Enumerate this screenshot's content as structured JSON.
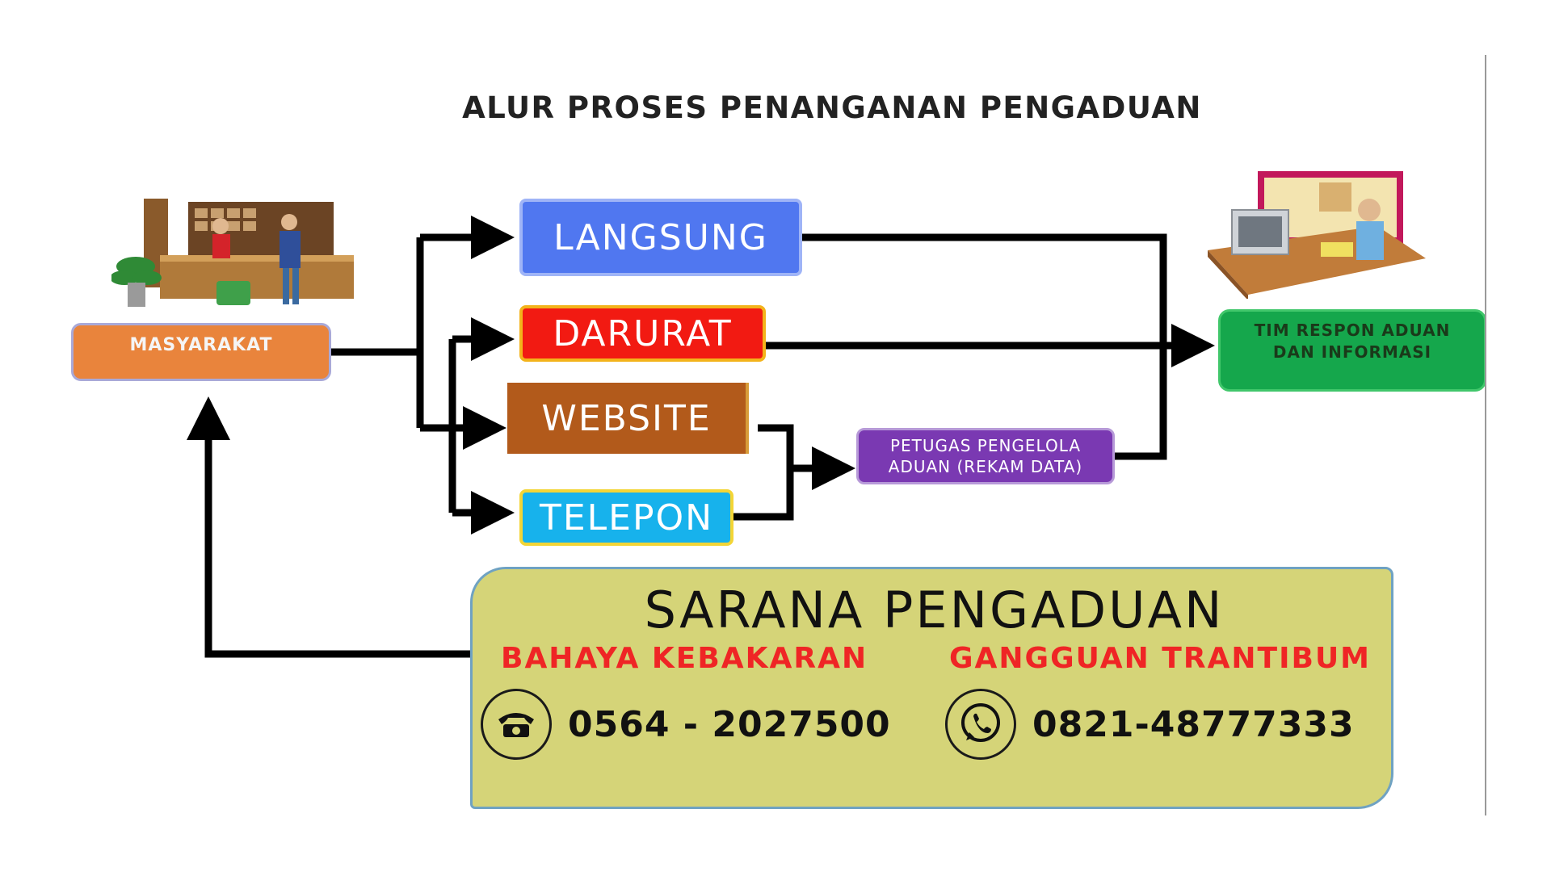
{
  "title": "ALUR PROSES PENANGANAN PENGADUAN",
  "source_node": {
    "label": "MASYARAKAT"
  },
  "channels": {
    "langsung": "LANGSUNG",
    "darurat": "DARURAT",
    "website": "WEBSITE",
    "telepon": "TELEPON"
  },
  "processing_node": {
    "line1": "PETUGAS PENGELOLA",
    "line2": "ADUAN (REKAM DATA)"
  },
  "target_node": {
    "line1": "TIM RESPON ADUAN",
    "line2": "DAN INFORMASI"
  },
  "sarana": {
    "title": "SARANA PENGADUAN",
    "fire": {
      "label": "BAHAYA KEBAKARAN",
      "number": "0564 - 2027500",
      "icon": "telephone-icon"
    },
    "trantibum": {
      "label": "GANGGUAN TRANTIBUM",
      "number": "0821-48777333",
      "icon": "whatsapp-icon"
    }
  },
  "pictograms": {
    "left": "public-service-counter-illustration",
    "right": "office-worker-at-computer-illustration"
  },
  "colors": {
    "masyarakat": "#e9843c",
    "langsung": "#5077f0",
    "darurat": "#f21a12",
    "website": "#b25a1b",
    "telepon": "#17b2ec",
    "petugas": "#7a39b2",
    "tim": "#15a74c",
    "panel": "#d5d478",
    "hazard_text": "#ef2525"
  }
}
